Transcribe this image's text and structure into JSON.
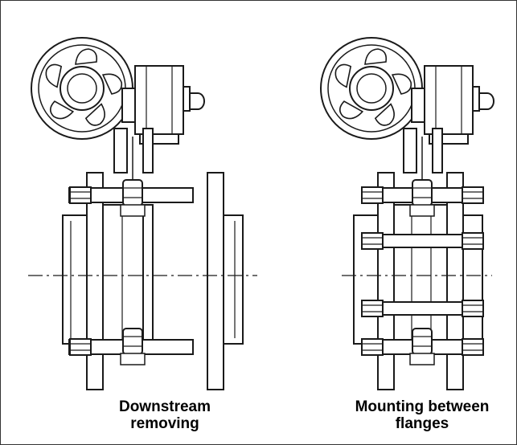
{
  "figure": {
    "left_caption": {
      "line1": "Downstream",
      "line2": "removing"
    },
    "right_caption": {
      "line1": "Mounting between",
      "line2": "flanges"
    }
  },
  "colors": {
    "line": "#1a1a1a",
    "fill": "#cfcfcf",
    "background": "#ffffff"
  },
  "icons": [
    "handwheel-icon",
    "gearbox-icon",
    "valve-body-icon",
    "flange-icon",
    "bolt-nut-icon"
  ]
}
